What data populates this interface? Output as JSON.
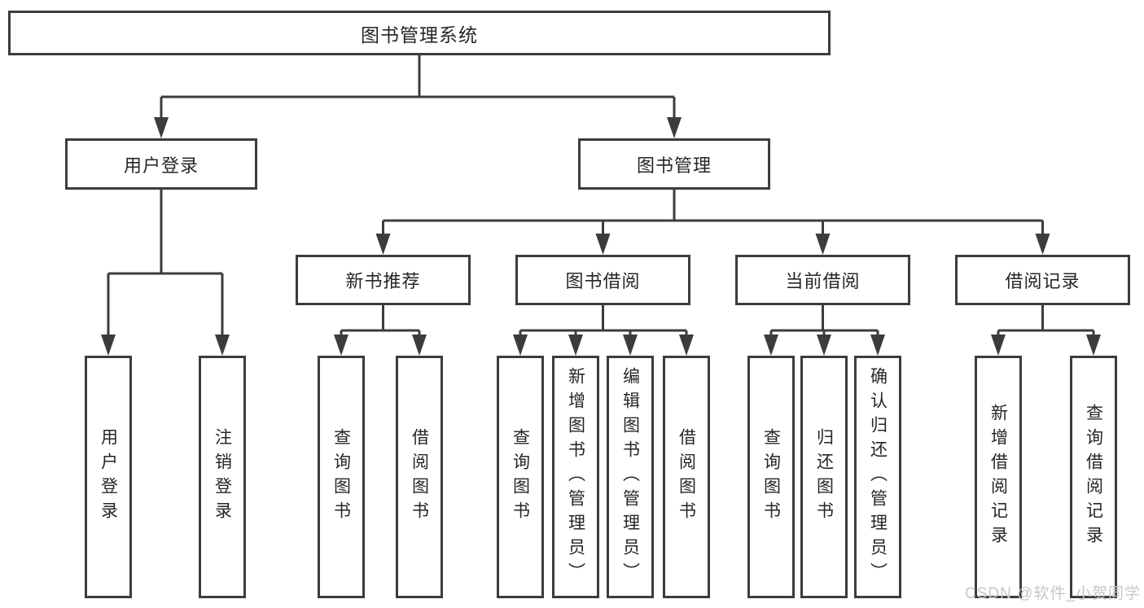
{
  "tree": {
    "root": "图书管理系统",
    "children": [
      {
        "label": "用户登录",
        "children": [
          "用户登录",
          "注销登录"
        ]
      },
      {
        "label": "图书管理",
        "children": [
          {
            "label": "新书推荐",
            "children": [
              "查询图书",
              "借阅图书"
            ]
          },
          {
            "label": "图书借阅",
            "children": [
              "查询图书",
              "新增图书（管理员）",
              "编辑图书（管理员）",
              "借阅图书"
            ]
          },
          {
            "label": "当前借阅",
            "children": [
              "查询图书",
              "归还图书",
              "确认归还（管理员）"
            ]
          },
          {
            "label": "借阅记录",
            "children": [
              "新增借阅记录",
              "查询借阅记录"
            ]
          }
        ]
      }
    ]
  },
  "watermark": "CSDN @软件_小贺同学",
  "colors": {
    "line": "#3c3c3c",
    "box_border": "#3c3c3c",
    "text": "#262626",
    "watermark": "#c7c7c7",
    "background": "#ffffff"
  }
}
